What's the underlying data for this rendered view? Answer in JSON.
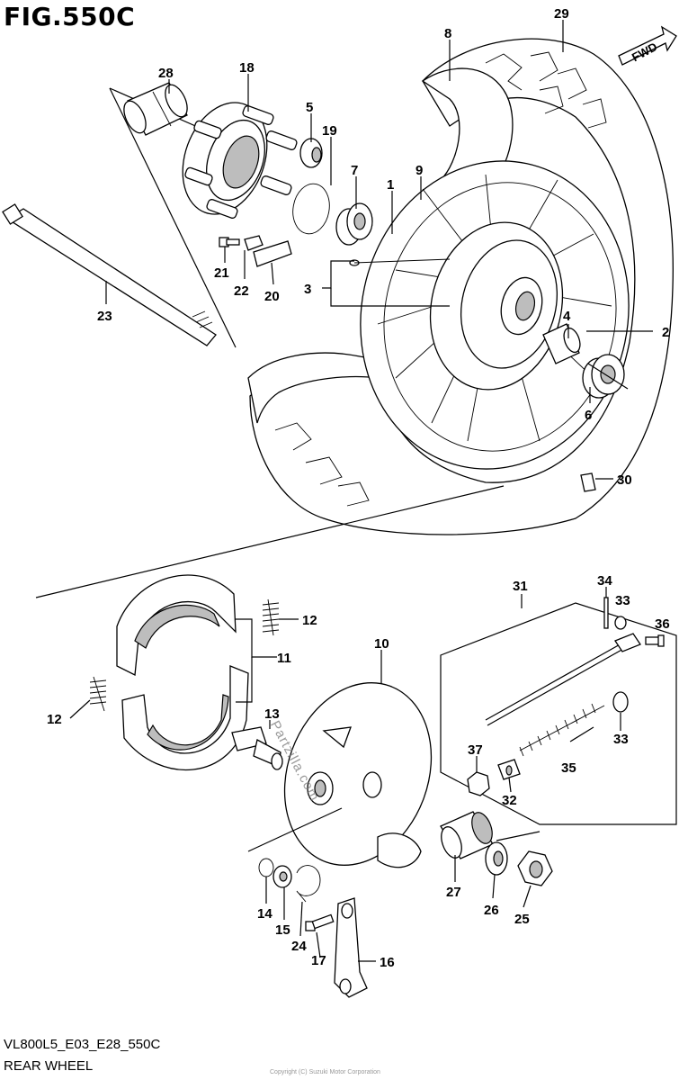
{
  "figure": {
    "title": "FIG.550C",
    "code": "VL800L5_E03_E28_550C",
    "name": "REAR WHEEL",
    "direction_label": "FWD",
    "watermark": "Partzilla.com",
    "copyright": "Copyright (C) Suzuki Motor Corporation"
  },
  "callouts": [
    {
      "id": "c29",
      "text": "29"
    },
    {
      "id": "c8",
      "text": "8"
    },
    {
      "id": "c28",
      "text": "28"
    },
    {
      "id": "c18",
      "text": "18"
    },
    {
      "id": "c5",
      "text": "5"
    },
    {
      "id": "c19",
      "text": "19"
    },
    {
      "id": "c7",
      "text": "7"
    },
    {
      "id": "c9",
      "text": "9"
    },
    {
      "id": "c1",
      "text": "1"
    },
    {
      "id": "c21",
      "text": "21"
    },
    {
      "id": "c22",
      "text": "22"
    },
    {
      "id": "c20",
      "text": "20"
    },
    {
      "id": "c3",
      "text": "3"
    },
    {
      "id": "c23",
      "text": "23"
    },
    {
      "id": "c4",
      "text": "4"
    },
    {
      "id": "c2",
      "text": "2"
    },
    {
      "id": "c6",
      "text": "6"
    },
    {
      "id": "c30",
      "text": "30"
    },
    {
      "id": "c31",
      "text": "31"
    },
    {
      "id": "c34",
      "text": "34"
    },
    {
      "id": "c33a",
      "text": "33"
    },
    {
      "id": "c36",
      "text": "36"
    },
    {
      "id": "c12a",
      "text": "12"
    },
    {
      "id": "c11",
      "text": "11"
    },
    {
      "id": "c10",
      "text": "10"
    },
    {
      "id": "c12b",
      "text": "12"
    },
    {
      "id": "c13",
      "text": "13"
    },
    {
      "id": "c33b",
      "text": "33"
    },
    {
      "id": "c37",
      "text": "37"
    },
    {
      "id": "c35",
      "text": "35"
    },
    {
      "id": "c32",
      "text": "32"
    },
    {
      "id": "c27",
      "text": "27"
    },
    {
      "id": "c26",
      "text": "26"
    },
    {
      "id": "c25",
      "text": "25"
    },
    {
      "id": "c14",
      "text": "14"
    },
    {
      "id": "c15",
      "text": "15"
    },
    {
      "id": "c24",
      "text": "24"
    },
    {
      "id": "c17",
      "text": "17"
    },
    {
      "id": "c16",
      "text": "16"
    }
  ]
}
